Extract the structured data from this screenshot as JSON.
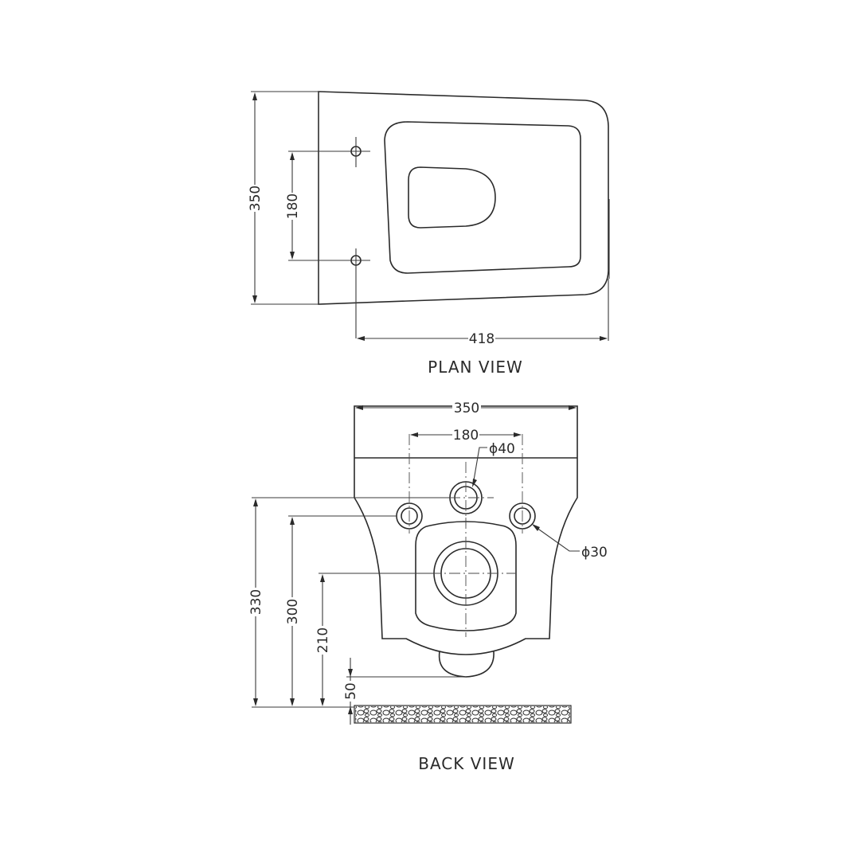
{
  "plan_view": {
    "title": "PLAN VIEW",
    "dim_depth": "350",
    "dim_fixing_spacing": "180",
    "dim_length": "418"
  },
  "back_view": {
    "title": "BACK VIEW",
    "dim_width": "350",
    "dim_hole_spacing": "180",
    "dim_inlet_dia": "ϕ40",
    "dim_fixing_hole_dia": "ϕ30",
    "dim_height_330": "330",
    "dim_height_300": "300",
    "dim_height_210": "210",
    "dim_height_50": "50"
  }
}
